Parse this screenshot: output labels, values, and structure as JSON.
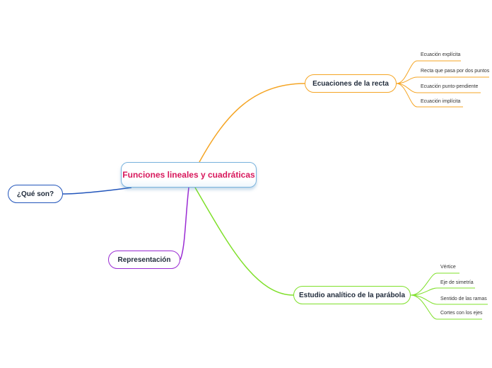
{
  "colors": {
    "root_text": "#d8185c",
    "ecuaciones": "#f5a524",
    "que_son": "#2255bb",
    "representacion": "#9a2bd3",
    "estudio": "#7fe02a"
  },
  "root": {
    "label": "Funciones lineales y cuadráticas"
  },
  "branches": {
    "que_son": {
      "label": "¿Qué son?"
    },
    "ecuaciones": {
      "label": "Ecuaciones de la recta",
      "children": [
        "Ecuación explícita",
        "Recta que pasa por dos puntos",
        "Ecuación punto-pendiente",
        "Ecuación implícita"
      ]
    },
    "representacion": {
      "label": "Representación"
    },
    "estudio": {
      "label": "Estudio analítico de la parábola",
      "children": [
        "Vértice",
        "Eje de simetría",
        "Sentido de las ramas",
        "Cortes con los ejes"
      ]
    }
  }
}
